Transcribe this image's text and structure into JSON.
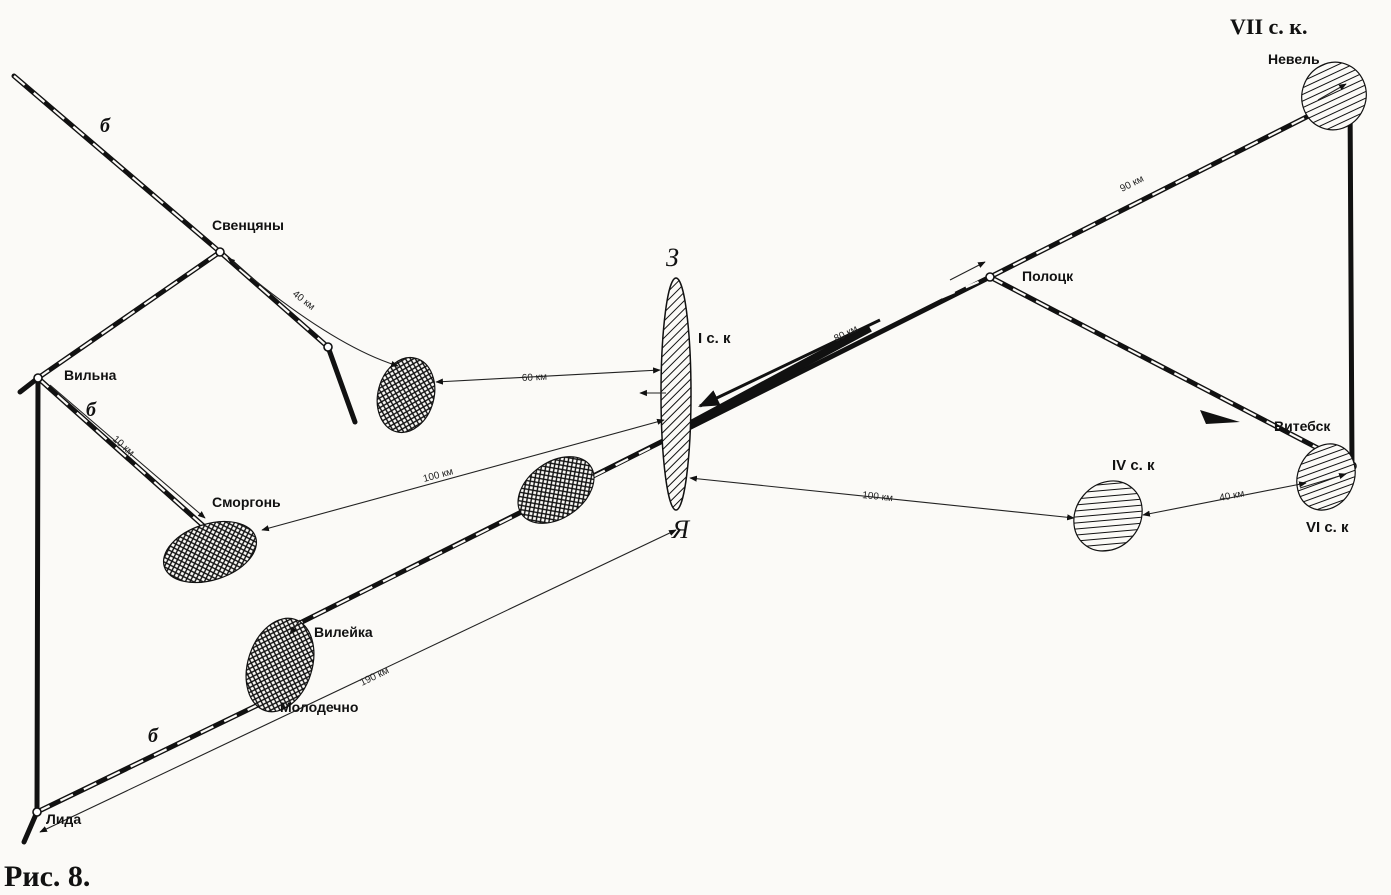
{
  "map": {
    "caption": "Рис. 8.",
    "corps": {
      "vii": "VII с. к.",
      "i": "I с. к",
      "iv": "IV с. к",
      "vi": "VI с. к"
    },
    "cities": {
      "nevel": "Невель",
      "sventsyany": "Свенцяны",
      "polotsk": "Полоцк",
      "vilna": "Вильна",
      "vitebsk": "Витебск",
      "smorgon": "Сморгонь",
      "vileyka": "Вилейка",
      "molodechno": "Молодечно",
      "lida": "Лида"
    },
    "distances": {
      "d90": "90 км",
      "d40a": "40 км",
      "d80": "80 км",
      "d60": "60 км",
      "d10": "10 км",
      "d100a": "100 км",
      "d100b": "100 км",
      "d40b": "40 км",
      "d190": "190 км"
    },
    "marks": {
      "b1": "б",
      "b2": "б",
      "b3": "б",
      "z_top": "З",
      "z_bottom": "Я"
    }
  }
}
